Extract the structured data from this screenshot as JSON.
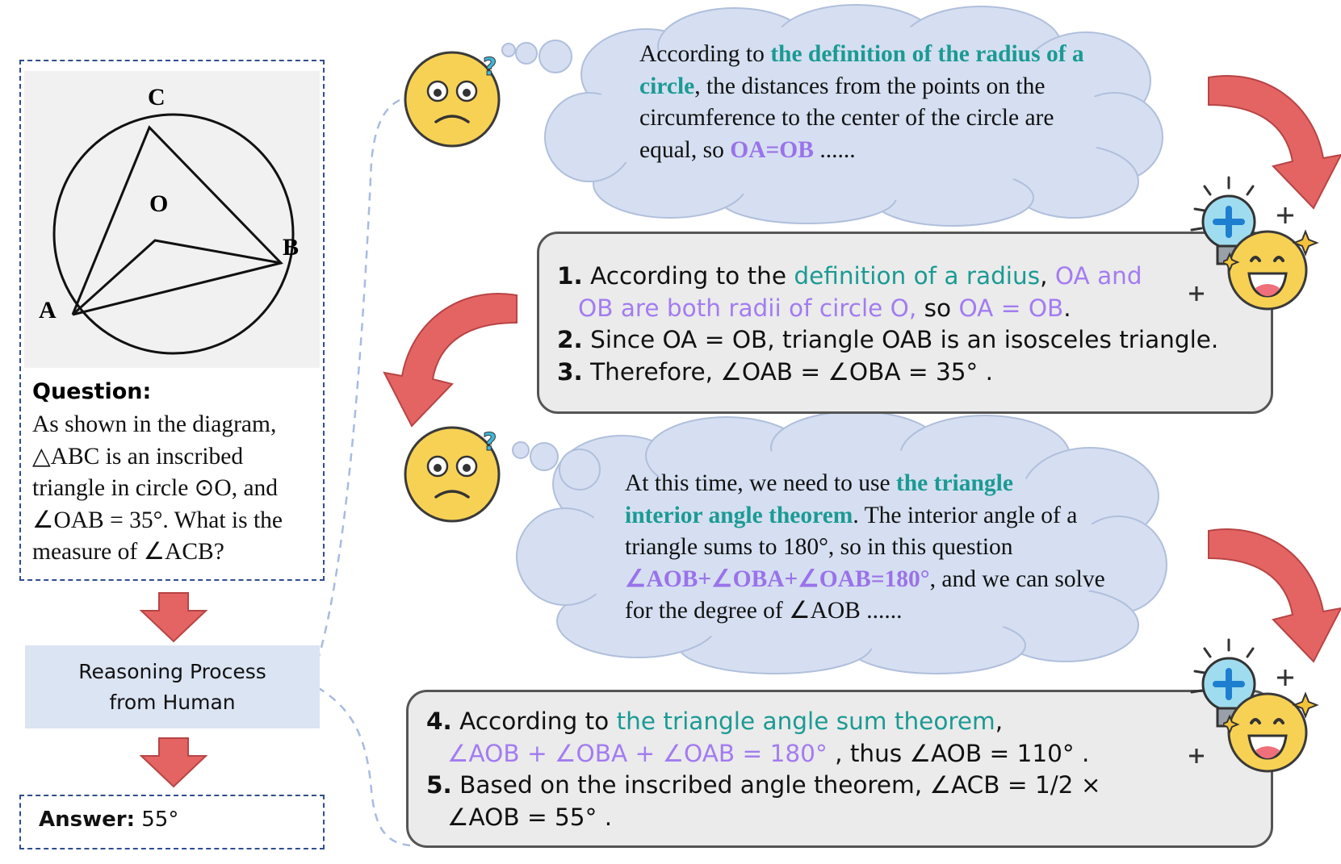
{
  "question_card": {
    "diagram_labels": {
      "c": "C",
      "o": "O",
      "b": "B",
      "a": "A"
    },
    "question_label": "Question:",
    "question_lines": [
      "As shown in the diagram,",
      "△ABC is an inscribed",
      "triangle in circle ⊙O, and",
      "∠OAB = 35°. What is the",
      "measure of ∠ACB?"
    ]
  },
  "reasoning_box": {
    "line1": "Reasoning Process",
    "line2": "from Human"
  },
  "answer": {
    "label": "Answer:",
    "value": "55°"
  },
  "thought1": {
    "l1_a": "According to ",
    "l1_b": "the definition of the radius of a",
    "l2_a": "circle",
    "l2_b": ", the distances from the points on the",
    "l3": "circumference to the center of the circle are",
    "l4_a": "equal, so ",
    "l4_b": "OA=OB",
    "l4_c": " ......"
  },
  "answer_box1": {
    "s1_num": "1.",
    "s1_a": " According to the ",
    "s1_b": "definition of a radius",
    "s1_c": ", ",
    "s1_d": "OA and",
    "s1_e": "OB are both radii of circle O,",
    "s1_f": " so ",
    "s1_g": "OA = OB",
    "s1_h": ".",
    "s2_num": "2.",
    "s2": " Since OA = OB, triangle OAB is an isosceles triangle.",
    "s3_num": "3.",
    "s3": " Therefore, ∠OAB = ∠OBA = 35° ."
  },
  "thought2": {
    "l1_a": "At this time, we need to use ",
    "l1_b": "the triangle",
    "l2_a": "interior angle theorem",
    "l2_b": ". The interior angle of a",
    "l3": "triangle sums to 180°, so in this question",
    "l4_a": "∠AOB+∠OBA+∠OAB=180°",
    "l4_b": ", and we can solve",
    "l5": "for the degree of ∠AOB ......"
  },
  "answer_box2": {
    "s4_num": "4.",
    "s4_a": " According to ",
    "s4_b": "the triangle angle sum theorem",
    "s4_c": ",",
    "s4_d": "∠AOB + ∠OBA + ∠OAB = 180°",
    "s4_e": " , thus ∠AOB = 110° .",
    "s5_num": "5.",
    "s5_a": " Based on the inscribed angle theorem, ∠ACB = 1/2 ×",
    "s5_b": "∠AOB = 55° ."
  },
  "icons": [
    "thinking-face-icon",
    "idea-lightbulb-icon",
    "grinning-face-icon",
    "curved-arrow-icon",
    "down-arrow-icon"
  ],
  "colors": {
    "teal": "#1b9a94",
    "purple": "#9a72ea",
    "cloud": "#d5dff1",
    "box_bg": "#ebebeb",
    "arrow": "#e15b5b"
  }
}
